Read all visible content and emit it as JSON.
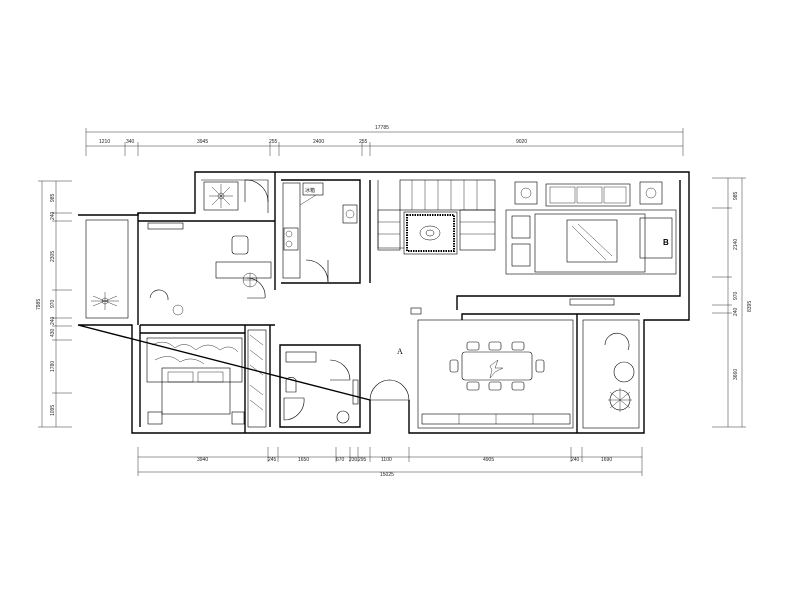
{
  "dimensions": {
    "top_total": "17785",
    "top_segments": [
      "1210",
      "340",
      "3945",
      "255",
      "2400",
      "255",
      "9020"
    ],
    "bottom_total": "15025",
    "bottom_segments": [
      "3940",
      "245",
      "1650",
      "670",
      "230",
      "295",
      "1100",
      "4905",
      "240",
      "1690"
    ],
    "left_total": "7985",
    "left_segments": [
      "985",
      "240",
      "2305",
      "970",
      "240",
      "430",
      "1780",
      "1095"
    ],
    "right_total": "8395",
    "right_segments": [
      "985",
      "2140",
      "970",
      "240",
      "3660"
    ]
  },
  "labels": {
    "entrance_marker": "A",
    "living_marker": "B",
    "kitchen_sign": "冰箱"
  }
}
